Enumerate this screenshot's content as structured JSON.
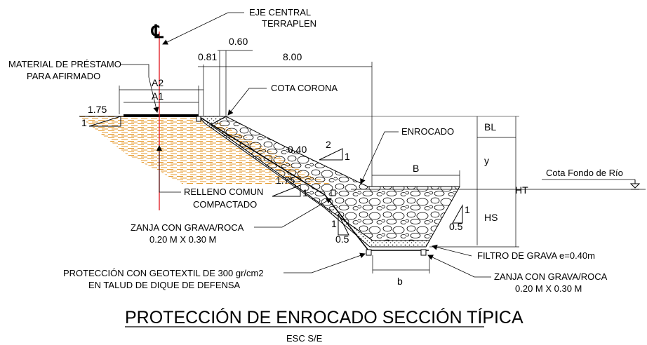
{
  "title": "PROTECCIÓN DE ENROCADO SECCIÓN TÍPICA",
  "scale": "ESC S/E",
  "centerline_symbol": "℄",
  "colors": {
    "fill_hatch": "#e69a2e",
    "centerline": "#e0141b",
    "line": "#000000",
    "geotextile": "#8a8a8a"
  },
  "labels": {
    "eje_central_1": "EJE CENTRAL",
    "eje_central_2": "TERRAPLEN",
    "material_1": "MATERIAL DE PRÉSTAMO",
    "material_2": "PARA AFIRMADO",
    "cota_corona": "COTA CORONA",
    "enrocado": "ENROCADO",
    "relleno_1": "RELLENO COMUN",
    "relleno_2": "COMPACTADO",
    "zanja_left_1": "ZANJA CON GRAVA/ROCA",
    "zanja_left_2": "0.20 M X 0.30 M",
    "proteccion_1": "PROTECCIÓN CON GEOTEXTIL DE 300 gr/cm2",
    "proteccion_2": "EN TALUD DE DIQUE DE DEFENSA",
    "filtro": "FILTRO DE GRAVA e=0.40m",
    "zanja_right_1": "ZANJA CON GRAVA/ROCA",
    "zanja_right_2": "0.20 M X 0.30 M",
    "cota_fondo": "Cota Fondo de Río"
  },
  "dimensions": {
    "d060": "0.60",
    "d081": "0.81",
    "d800": "8.00",
    "d040": "0.40",
    "a2": "A2",
    "a1": "A1",
    "bl": "BL",
    "y": "y",
    "ht": "HT",
    "hs": "HS",
    "b_upper": "B",
    "b_lower": "b"
  },
  "slopes": {
    "left_run": "1.75",
    "left_rise": "1",
    "talud_run": "2",
    "talud_rise": "1",
    "fill_run": "1.75",
    "fill_rise": "1",
    "inner_left_rise": "1",
    "inner_left_run": "0.5",
    "inner_right_rise": "1",
    "inner_right_run": "0.5"
  }
}
